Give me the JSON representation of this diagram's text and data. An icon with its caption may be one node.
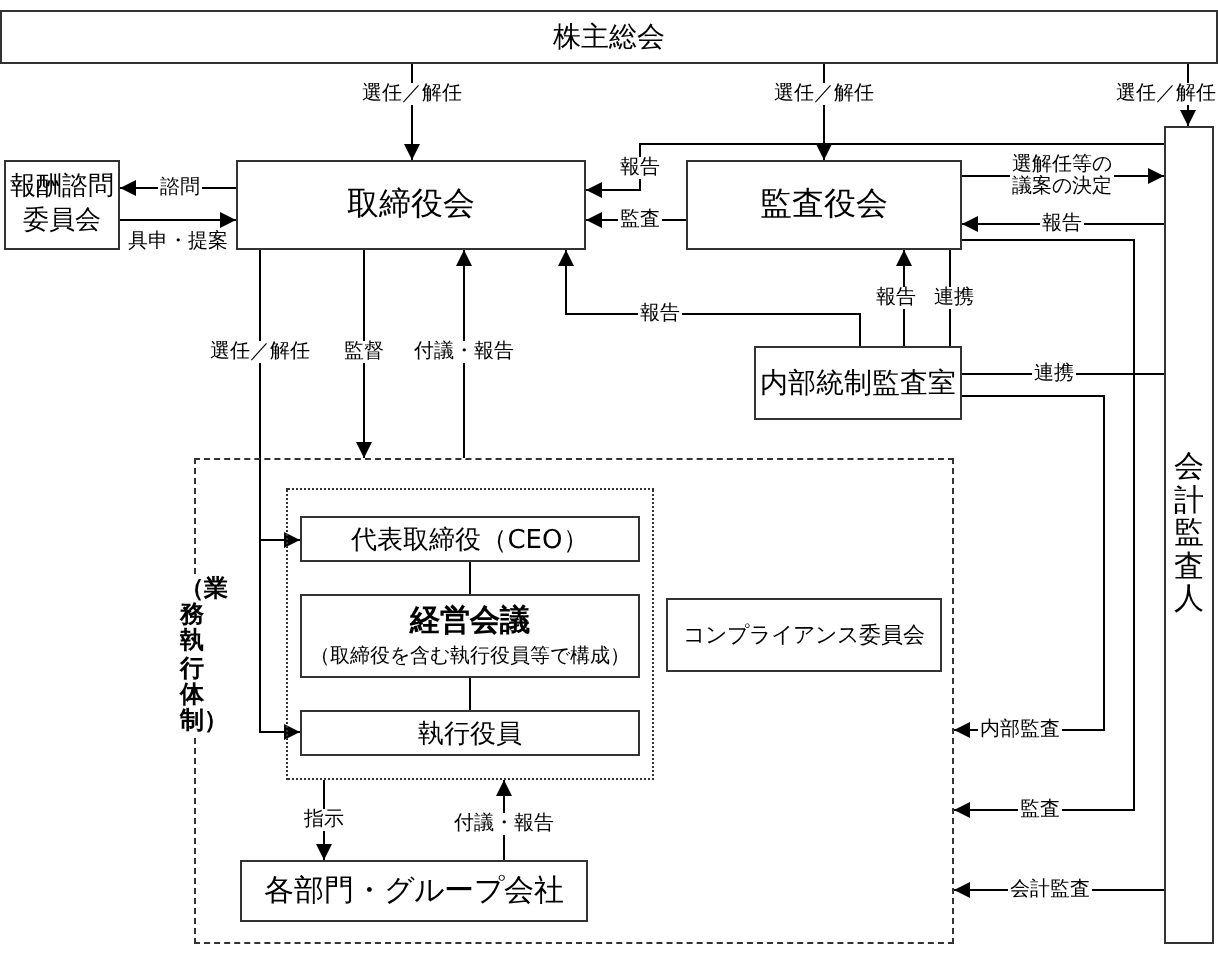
{
  "diagram": {
    "nodes": [
      {
        "text": [
          "株主総会"
        ]
      },
      {
        "text": [
          "報酬諮問委員会"
        ]
      },
      {
        "text": [
          "取締役会"
        ]
      },
      {
        "text": [
          "監査役会"
        ]
      },
      {
        "text": [
          "内部統制監査室"
        ]
      },
      {
        "text": [
          "会計監査人"
        ]
      },
      {
        "text": [
          "（業務執行体制）"
        ]
      },
      {
        "text": [],
        "shape": "box",
        "in": 6
      },
      {
        "text": [
          "代表取締役（CEO）"
        ],
        "in": 7
      },
      {
        "text": [
          "経営会議",
          "（取締役を含む執行役員等で構成）"
        ],
        "in": 7
      },
      {
        "text": [
          "執行役員"
        ],
        "in": 7
      },
      {
        "text": [
          "コンプライアンス委員会"
        ],
        "in": 6
      },
      {
        "text": [
          "各部門・グループ会社"
        ],
        "in": 6
      }
    ],
    "edges": [
      {
        "from": 0,
        "to": 2,
        "arrow": "to",
        "label": "選任／解任"
      },
      {
        "from": 0,
        "to": 3,
        "arrow": "to",
        "label": "選任／解任"
      },
      {
        "from": 0,
        "to": 5,
        "arrow": "to",
        "label": "選任／解任"
      },
      {
        "from": 2,
        "to": 1,
        "arrow": "to",
        "label": "諮問"
      },
      {
        "from": 1,
        "to": 2,
        "arrow": "to",
        "label": "具申・提案"
      },
      {
        "from": 5,
        "to": 2,
        "arrow": "to",
        "label": "報告"
      },
      {
        "from": 3,
        "to": 2,
        "arrow": "to",
        "label": "監査"
      },
      {
        "from": 3,
        "to": 5,
        "arrow": "to",
        "label": "選解任等の議案の決定"
      },
      {
        "from": 5,
        "to": 3,
        "arrow": "to",
        "label": "報告"
      },
      {
        "from": 4,
        "to": 2,
        "arrow": "to",
        "label": "報告"
      },
      {
        "from": 4,
        "to": 3,
        "arrow": "to",
        "label": "報告"
      },
      {
        "from": 4,
        "to": 3,
        "arrow": "none",
        "label": "連携"
      },
      {
        "from": 4,
        "to": 5,
        "arrow": "none",
        "label": "連携"
      },
      {
        "from": 2,
        "to": 8,
        "arrow": "to",
        "label": "選任／解任"
      },
      {
        "from": 2,
        "to": 10,
        "arrow": "to"
      },
      {
        "from": 2,
        "to": 6,
        "arrow": "to",
        "label": "監督"
      },
      {
        "from": 6,
        "to": 2,
        "arrow": "to",
        "label": "付議・報告"
      },
      {
        "from": 7,
        "to": 12,
        "arrow": "to",
        "label": "指示"
      },
      {
        "from": 12,
        "to": 7,
        "arrow": "to",
        "label": "付議・報告"
      },
      {
        "from": 8,
        "to": 9,
        "arrow": "none"
      },
      {
        "from": 9,
        "to": 10,
        "arrow": "none"
      },
      {
        "from": 4,
        "to": 6,
        "arrow": "to",
        "label": "内部監査"
      },
      {
        "from": 3,
        "to": 6,
        "arrow": "to",
        "label": "監査"
      },
      {
        "from": 5,
        "to": 6,
        "arrow": "to",
        "label": "会計監査"
      }
    ]
  }
}
